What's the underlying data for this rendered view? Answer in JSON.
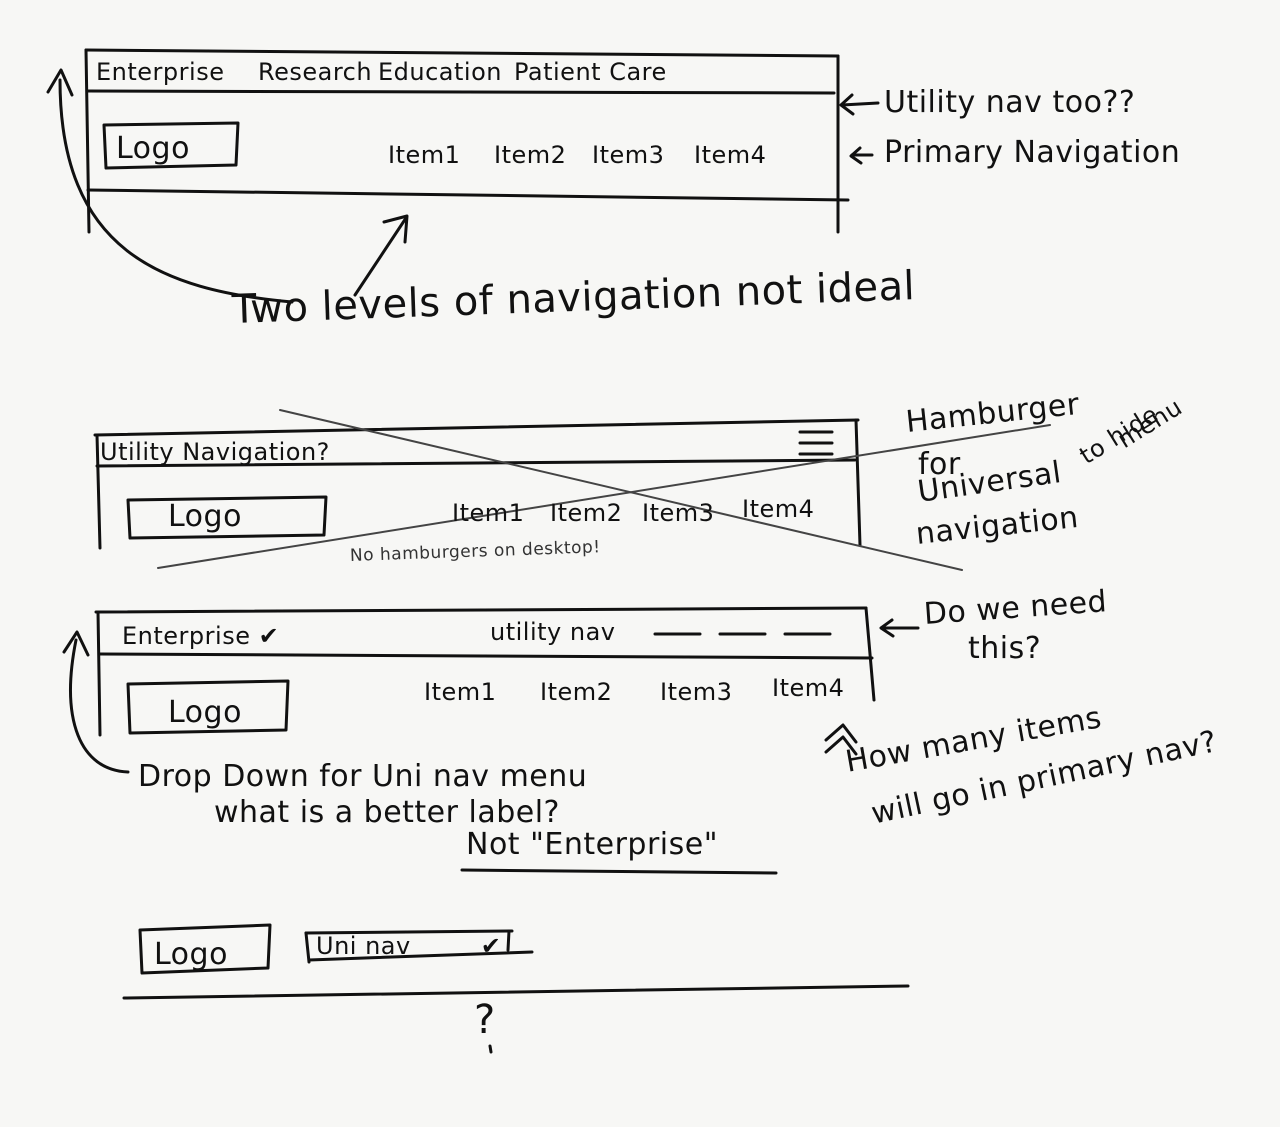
{
  "sketch1": {
    "utility_items": [
      "Enterprise",
      "Research",
      "Education",
      "Patient Care"
    ],
    "logo": "Logo",
    "nav_items": [
      "Item1",
      "Item2",
      "Item3",
      "Item4"
    ],
    "note_utility": "Utility nav too??",
    "note_primary": "Primary Navigation",
    "note_levels": "Two levels of navigation not ideal"
  },
  "sketch2": {
    "utility_label": "Utility Navigation?",
    "logo": "Logo",
    "nav_items": [
      "Item1",
      "Item2",
      "Item3",
      "Item4"
    ],
    "note_hamburger_1": "Hamburger",
    "note_hamburger_2": "for",
    "note_hamburger_3": "Universal",
    "note_hamburger_4": "navigation",
    "note_hide_1": "to hide",
    "note_hide_2": "menu",
    "note_desktop": "No hamburgers on desktop!"
  },
  "sketch3": {
    "enterprise": "Enterprise",
    "utility_nav": "utility nav",
    "logo": "Logo",
    "nav_items": [
      "Item1",
      "Item2",
      "Item3",
      "Item4"
    ],
    "note_need_1": "Do we need",
    "note_need_2": "this?",
    "note_dropdown_1": "Drop Down for Uni nav menu",
    "note_dropdown_2": "what is a better label?",
    "note_not": "Not \"Enterprise\"",
    "note_items_1": "How many items",
    "note_items_2": "will go in primary nav?"
  },
  "sketch4": {
    "logo": "Logo",
    "uninav": "Uni nav",
    "question": "?"
  }
}
